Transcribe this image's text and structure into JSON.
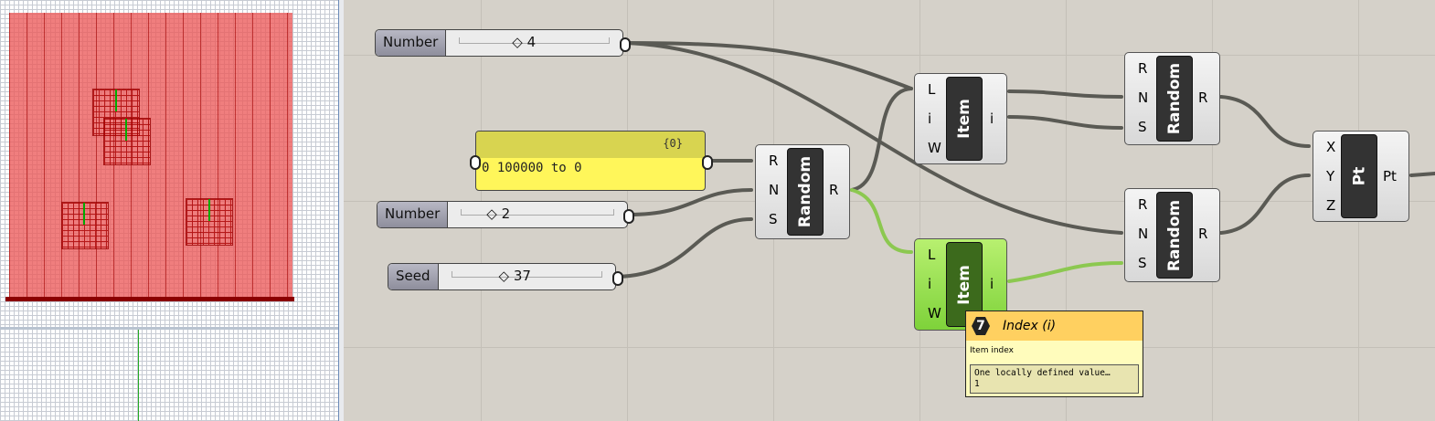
{
  "sliders": [
    {
      "label": "Number",
      "value": "4"
    },
    {
      "label": "Number",
      "value": "2"
    },
    {
      "label": "Seed",
      "value": "37"
    }
  ],
  "panel": {
    "path": "{0}",
    "content": "0 100000 to 0"
  },
  "random": {
    "title": "Random",
    "inputs": [
      "R",
      "N",
      "S"
    ],
    "output": "R"
  },
  "item": {
    "title": "Item",
    "inputs": [
      "L",
      "i",
      "W"
    ],
    "output": "i"
  },
  "pt": {
    "title": "Pt",
    "inputs": [
      "X",
      "Y",
      "Z"
    ],
    "output": "Pt"
  },
  "tooltip": {
    "badge": "7",
    "title": "Index (i)",
    "description": "Item index",
    "value_summary": "One locally defined value…",
    "value": "1"
  },
  "colors": {
    "wire": "#5a5a54",
    "wire_selected": "#8cc850",
    "selected_component": "#8fdc48"
  }
}
